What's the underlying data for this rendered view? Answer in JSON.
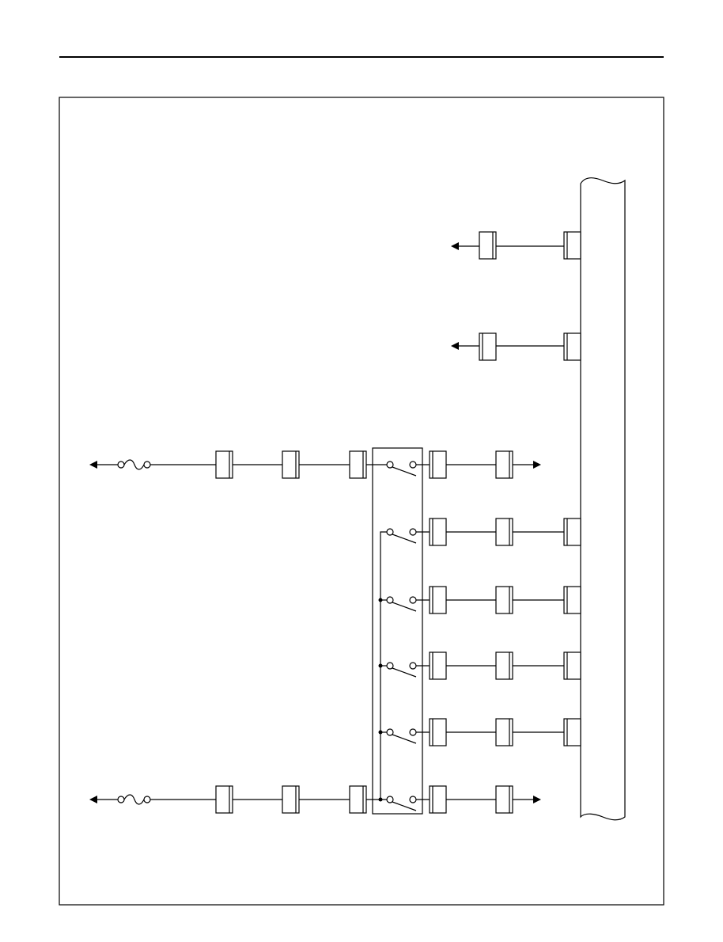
{
  "page": {
    "header_rule": true,
    "frame": true
  },
  "diagram": {
    "kind": "wiring-schematic",
    "connectors": [
      {
        "id": "c-upper-1",
        "label": ""
      },
      {
        "id": "c-upper-2",
        "label": ""
      }
    ],
    "switch_block": {
      "switch_count": 6
    },
    "module": {
      "label": ""
    },
    "colors": {
      "line": "#000000",
      "background": "#ffffff"
    }
  }
}
